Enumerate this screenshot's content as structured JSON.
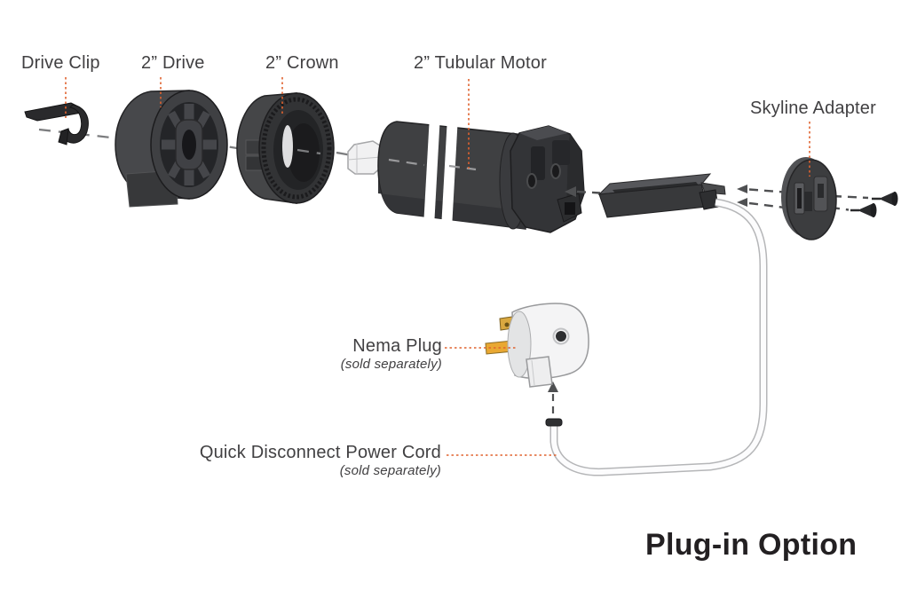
{
  "figure": {
    "title": "Plug-in Option"
  },
  "colors": {
    "background": "#ffffff",
    "label_text": "#414042",
    "title_text": "#232022",
    "leader_line": "#E0622E",
    "assembly_arrow": "#4F5052",
    "axis_line": "#7C7D7F",
    "part_dark_gray": "#333437",
    "cord_white": "#FCFCFD",
    "plug_body_white": "#F4F4F5",
    "prong_gold": "#E2A636"
  },
  "labels": {
    "drive_clip": {
      "text": "Drive Clip"
    },
    "drive": {
      "text": "2” Drive"
    },
    "crown": {
      "text": "2” Crown"
    },
    "tubular_motor": {
      "text": "2” Tubular Motor"
    },
    "skyline_adapter": {
      "text": "Skyline Adapter"
    },
    "nema_plug": {
      "text": "Nema Plug",
      "note": "(sold separately)"
    },
    "power_cord": {
      "text": "Quick Disconnect Power Cord",
      "note": "(sold separately)"
    }
  }
}
